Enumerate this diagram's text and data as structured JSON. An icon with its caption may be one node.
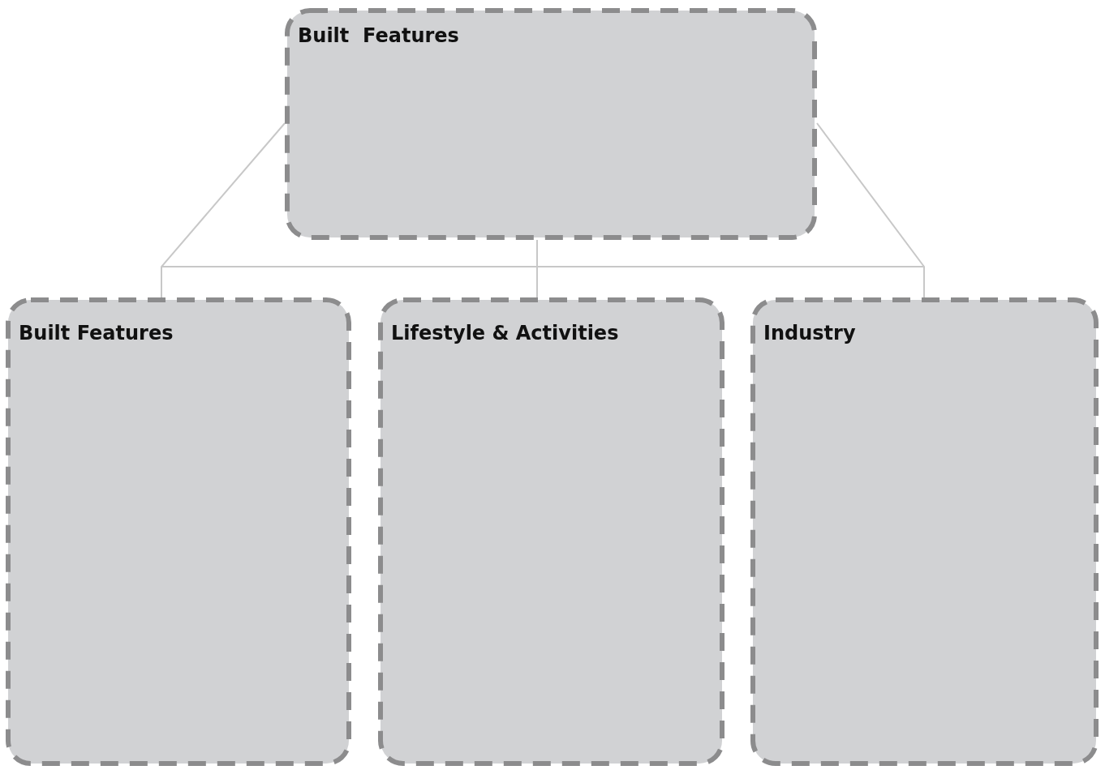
{
  "diagram": {
    "nodes": [
      {
        "text": [
          "Built  Features"
        ]
      },
      {
        "text": [
          "Built Features"
        ]
      },
      {
        "text": [
          "Lifestyle & Activities"
        ]
      },
      {
        "text": [
          "Industry"
        ]
      }
    ],
    "edges": [
      {
        "from": 0,
        "to": 1,
        "arrow": "none"
      },
      {
        "from": 0,
        "to": 2,
        "arrow": "none"
      },
      {
        "from": 0,
        "to": 3,
        "arrow": "none"
      }
    ]
  }
}
